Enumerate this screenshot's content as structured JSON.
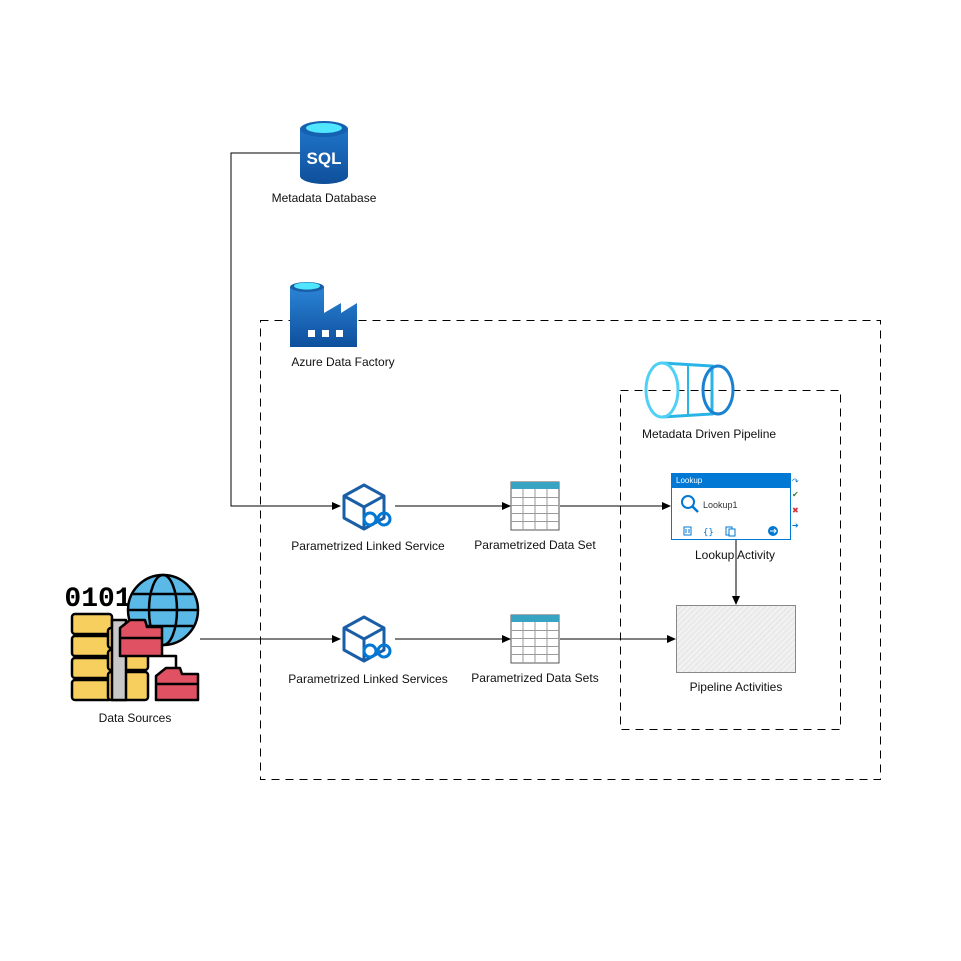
{
  "nodes": {
    "metadata_database": {
      "label": "Metadata Database",
      "icon": "sql-database-icon",
      "icon_text": "SQL"
    },
    "azure_data_factory": {
      "label": "Azure Data Factory",
      "icon": "data-factory-icon"
    },
    "metadata_driven_pipeline": {
      "label": "Metadata Driven Pipeline",
      "icon": "pipeline-icon"
    },
    "linked_service_1": {
      "label": "Parametrized Linked Service",
      "icon": "linked-service-icon"
    },
    "data_set_1": {
      "label": "Parametrized Data Set",
      "icon": "table-icon"
    },
    "lookup_activity": {
      "label": "Lookup Activity",
      "header": "Lookup",
      "name": "Lookup1",
      "icon": "lookup-activity-icon"
    },
    "data_sources": {
      "label": "Data Sources",
      "icon": "data-sources-icon",
      "icon_text": "0101"
    },
    "linked_service_2": {
      "label": "Parametrized Linked Services",
      "icon": "linked-service-icon"
    },
    "data_set_2": {
      "label": "Parametrized Data Sets",
      "icon": "table-icon"
    },
    "pipeline_activities": {
      "label": "Pipeline Activities",
      "icon": "activities-box"
    }
  },
  "edges": [
    {
      "from": "metadata_database",
      "to": "linked_service_1"
    },
    {
      "from": "linked_service_1",
      "to": "data_set_1"
    },
    {
      "from": "data_set_1",
      "to": "lookup_activity"
    },
    {
      "from": "lookup_activity",
      "to": "pipeline_activities"
    },
    {
      "from": "data_sources",
      "to": "linked_service_2"
    },
    {
      "from": "linked_service_2",
      "to": "data_set_2"
    },
    {
      "from": "data_set_2",
      "to": "pipeline_activities"
    }
  ],
  "groups": [
    {
      "name": "Azure Data Factory",
      "style": "dashed"
    },
    {
      "name": "Metadata Driven Pipeline",
      "style": "dashed"
    }
  ],
  "colors": {
    "azure_blue": "#0078d4",
    "azure_dark": "#1a5ea8",
    "azure_light": "#50e6ff",
    "pipeline_cyan": "#28b4e6",
    "table_header": "#39a3c4",
    "folder_red": "#e05263",
    "server_yellow": "#f7cf5f",
    "globe_blue": "#5bb9e8",
    "line": "#000000"
  }
}
